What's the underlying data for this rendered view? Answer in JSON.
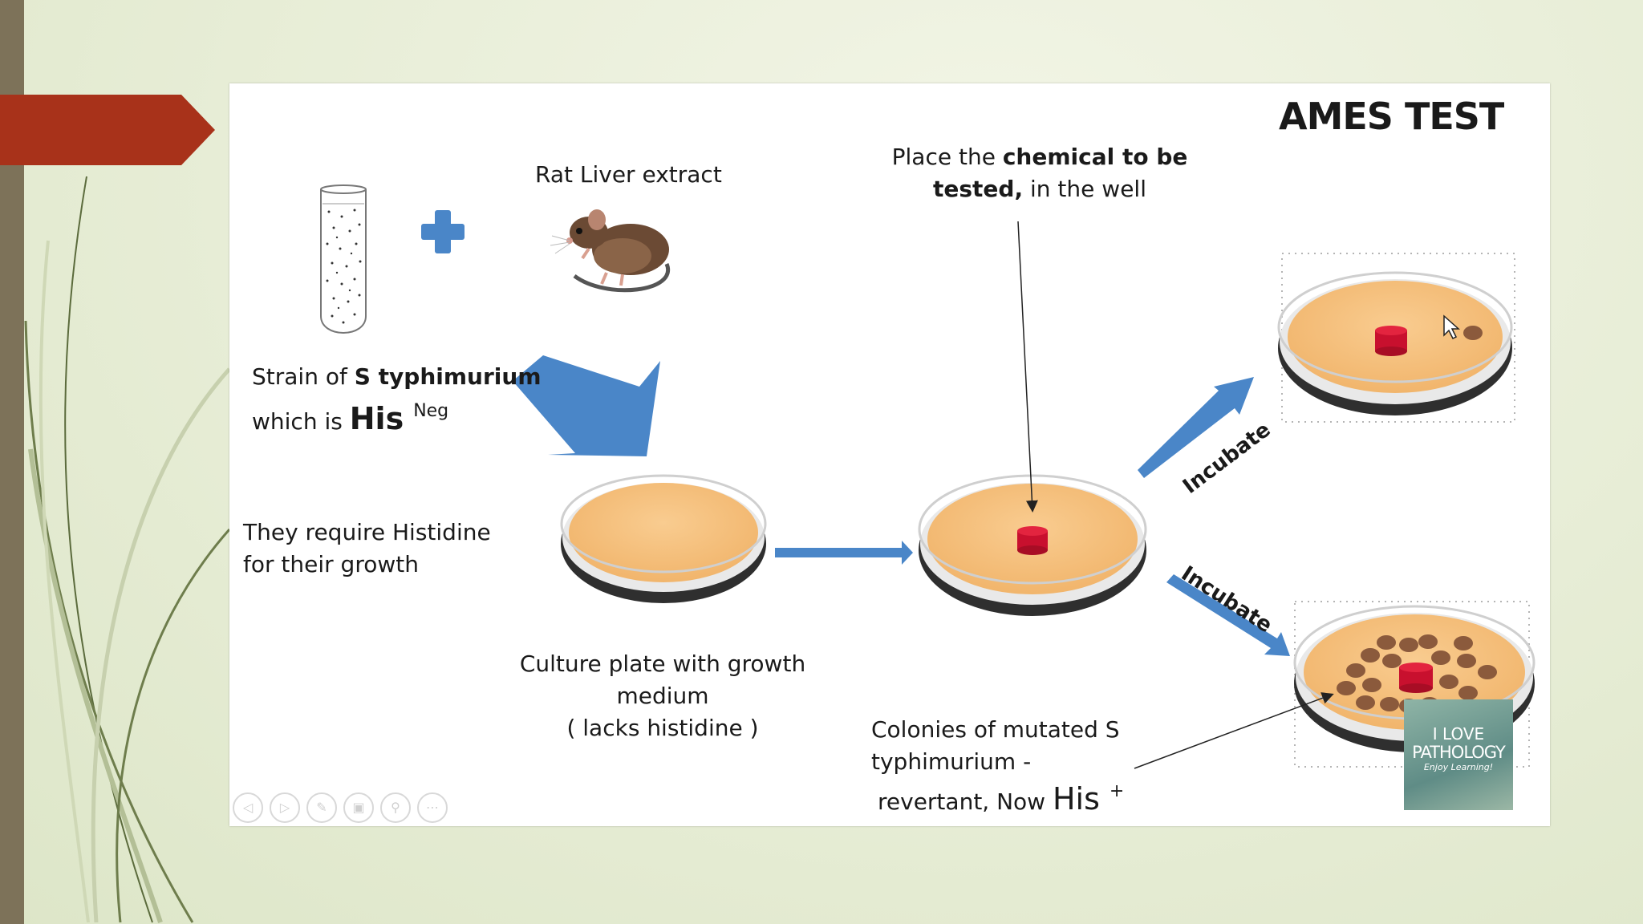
{
  "slide": {
    "title": "AMES TEST",
    "strain": {
      "line1_prefix": "Strain of ",
      "line1_bold": "S typhimurium",
      "line2_prefix": "which is ",
      "line2_big": "His",
      "line2_sup": "Neg"
    },
    "requirement": {
      "line1": "They require Histidine",
      "line2": "for their growth"
    },
    "rat_label": "Rat Liver extract",
    "chemical": {
      "line1_prefix": "Place the ",
      "line1_bold": "chemical to be",
      "line2_bold": "tested,",
      "line2_suffix": " in the well"
    },
    "culture": {
      "line1": "Culture plate with growth",
      "line2": "medium",
      "line3": "( lacks histidine )"
    },
    "colonies": {
      "line1": "Colonies of mutated S",
      "line2": "typhimurium -",
      "line3_prefix": "revertant, Now ",
      "line3_big": "His",
      "line3_sup": "+"
    },
    "incubate_top": "Incubate",
    "incubate_bottom": "Incubate",
    "logo": {
      "line1": "I LOVE",
      "line2": "PATHOLOGY",
      "line3": "Enjoy Learning!"
    }
  },
  "colors": {
    "accent_red": "#a8321a",
    "arrow_blue": "#4a86c8",
    "agar": "#f6c07e",
    "chemical_well": "#c8102e",
    "colony": "#8b5a3c"
  },
  "icons": {
    "test_tube": "test-tube-icon",
    "plus": "plus-icon",
    "rat": "rat-icon",
    "cursor": "cursor-icon"
  },
  "controls": [
    "prev",
    "next",
    "pen",
    "slides",
    "zoom",
    "more"
  ]
}
